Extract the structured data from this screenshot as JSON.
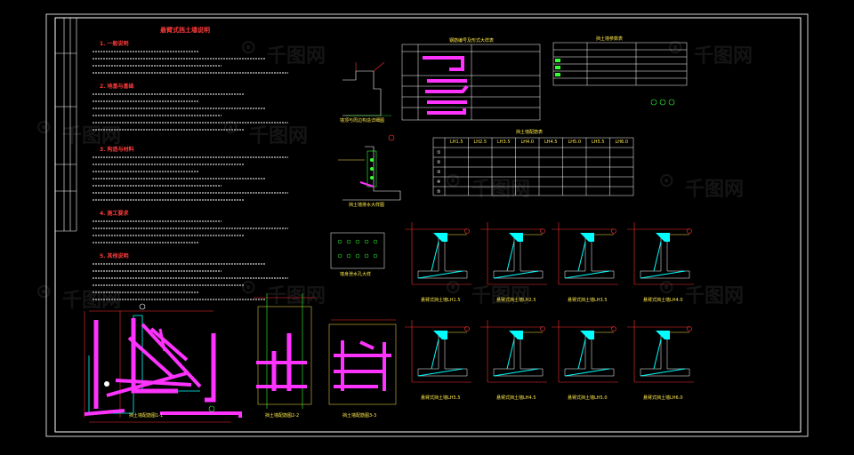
{
  "sheet": {
    "title": "悬臂式挡土墙说明",
    "sections": [
      {
        "heading": "1. 一般说明",
        "lines": 4
      },
      {
        "heading": "2. 地基与基础",
        "lines": 6
      },
      {
        "heading": "3. 构造与材料",
        "lines": 7
      },
      {
        "heading": "4. 施工要求",
        "lines": 4
      },
      {
        "heading": "5. 其他说明",
        "lines": 6
      }
    ]
  },
  "captions": {
    "section_1": "挡土墙配筋图1-1",
    "section_2": "挡土墙配筋图2-2",
    "section_3": "挡土墙配筋图3-3",
    "detail_top": "墙顶与周边构造详细图",
    "detail_mid": "挡土墙排水大样图",
    "detail_small": "墙身泄水孔大样",
    "walls_row1": [
      "悬臂式挡土墙LH1.5",
      "悬臂式挡土墙LH2.5",
      "悬臂式挡土墙LH3.5",
      "悬臂式挡土墙LH4.0"
    ],
    "walls_row2": [
      "悬臂式挡土墙LH5.5",
      "悬臂式挡土墙LH4.5",
      "悬臂式挡土墙LH5.0",
      "悬臂式挡土墙LH6.0"
    ]
  },
  "rebar_table": {
    "title": "钢筋编号及形式大样表"
  },
  "param_table": {
    "title": "挡土墙参数表"
  },
  "schedule_table": {
    "title": "挡土墙配筋表",
    "headers": [
      "",
      "LH1.5",
      "LH2.5",
      "LH3.5",
      "LH4.0",
      "LH4.5",
      "LH5.0",
      "LH5.5",
      "LH6.0"
    ],
    "row_ids": [
      "①",
      "②",
      "③",
      "④",
      "⑤"
    ]
  },
  "watermark": "千图网",
  "colors": {
    "background": "#000000",
    "frame": "#ffffff",
    "title": "#ff3b3b",
    "rebar": "#ff33ff",
    "concrete": "#00ffff",
    "dimension": "#ff2d2d",
    "leader": "#ffe94a",
    "table_line": "#ffffff",
    "callout": "#33ff33"
  }
}
